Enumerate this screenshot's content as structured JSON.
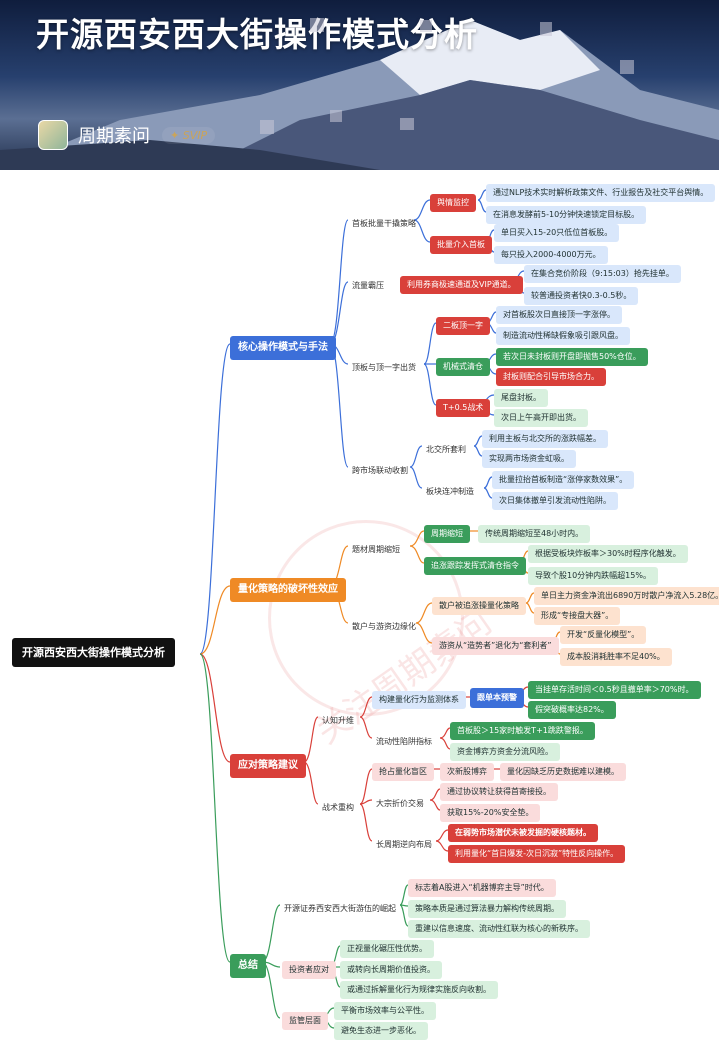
{
  "header": {
    "title": "开源西安西大街操作模式分析",
    "author": "周期素问",
    "badge": "SVIP"
  },
  "mindmap": {
    "root": "开源西安西大街操作模式分析",
    "watermark": "关注周期素问",
    "b1": {
      "label": "核心操作模式与手法",
      "color": "#3c6fd9",
      "s1": {
        "label": "首板批量干撬策略",
        "n1": {
          "label": "舆情监控",
          "items": [
            "通过NLP技术实时解析政策文件、行业报告及社交平台舆情。",
            "在消息发酵前5-10分钟快速锁定目标股。"
          ]
        },
        "n2": {
          "label": "批量介入首板",
          "items": [
            "单日买入15-20只低位首板股。",
            "每只投入2000-4000万元。"
          ]
        }
      },
      "s2": {
        "label": "流量霸压",
        "n1": {
          "label": "利用券商极速通道及VIP通道。",
          "items": [
            "在集合竞价阶段（9:15:03）抢先挂单。",
            "较普通投资者快0.3-0.5秒。"
          ]
        }
      },
      "s3": {
        "label": "顶板与顶一字出货",
        "n1": {
          "label": "二板顶一字",
          "items": [
            "对首板股次日直接顶一字涨停。",
            "制造流动性稀缺假象吸引跟风盘。"
          ]
        },
        "n2": {
          "label": "机械式清仓",
          "items": [
            "若次日未封板则开盘即抛售50%仓位。",
            "封板则配合引导市场合力。"
          ]
        },
        "n3": {
          "label": "T+0.5战术",
          "items": [
            "尾盘封板。",
            "次日上午高开即出货。"
          ]
        }
      },
      "s4": {
        "label": "跨市场联动收割",
        "n1": {
          "label": "北交所套利",
          "items": [
            "利用主板与北交所的涨跌幅差。",
            "实现两市场资金虹吸。"
          ]
        },
        "n2": {
          "label": "板块连冲制造",
          "items": [
            "批量拉抬首板制造“涨停家数效果”。",
            "次日集体撤单引发流动性陷阱。"
          ]
        }
      }
    },
    "b2": {
      "label": "量化策略的破坏性效应",
      "color": "#ef8a25",
      "s1": {
        "label": "题材周期缩短",
        "n1": {
          "label": "周期缩短",
          "items": [
            "传统周期缩短至48小时内。"
          ]
        },
        "n2": {
          "label": "追涨跟踪发挥式清仓指令",
          "items": [
            "根据受板块炸板率＞30%时程序化触发。",
            "导致个股10分钟内跌幅超15%。"
          ]
        }
      },
      "s2": {
        "label": "散户与游资边缘化",
        "n1": {
          "label": "散户被追涨操量化策略",
          "items": [
            "单日主力资金净流出6890万时散户净流入5.28亿。",
            "形成“专接盘大器”。"
          ]
        },
        "n2": {
          "label": "游资从“造势者”退化为“套利者”",
          "items": [
            "开发“反量化模型”。",
            "成本股消耗胜率不足40%。"
          ]
        }
      }
    },
    "b3": {
      "label": "应对策略建议",
      "color": "#d9403a",
      "s1": {
        "label": "认知升维",
        "n1": {
          "label": "构建量化行为监测体系",
          "sub": "跟单本预警",
          "items": [
            "当挂单存活时间＜0.5秒且撤单率＞70%时。",
            "假突破概率达82%。"
          ]
        },
        "n2": {
          "label": "流动性陷阱指标",
          "items": [
            "首板股＞15家时触发T+1跳跌警报。",
            "资金博弈方资金分流风险。"
          ]
        }
      },
      "s2": {
        "label": "战术重构",
        "n1": {
          "label": "抢占量化盲区",
          "sub": "次新股博弈",
          "items": [
            "量化因缺乏历史数据难以建模。"
          ]
        },
        "n2": {
          "label": "大宗折价交易",
          "items": [
            "通过协议转让获得首寄接投。",
            "获取15%-20%安全垫。"
          ]
        },
        "n3": {
          "label": "长周期逆向布局",
          "items": [
            "在弱势市场潜伏未被发掘的硬核题材。",
            "利用量化“首日爆发-次日沉寂”特性反向操作。"
          ]
        }
      }
    },
    "b4": {
      "label": "总结",
      "color": "#3a9d5b",
      "s1": {
        "label": "开源证券西安西大街游伍的崛起",
        "items": [
          "标志着A股进入“机器博弈主导”时代。",
          "策略本质是通过算法暴力解构传统周期。",
          "重建以信息速度、流动性红联为核心的新秩序。"
        ]
      },
      "s2": {
        "label": "投资者应对",
        "items": [
          "正视量化碾压性优势。",
          "或转向长周期价值投资。",
          "或通过拆解量化行为规律实施反向收割。"
        ]
      },
      "s3": {
        "label": "监管层面",
        "items": [
          "平衡市场效率与公平性。",
          "避免生态进一步恶化。"
        ]
      }
    }
  }
}
